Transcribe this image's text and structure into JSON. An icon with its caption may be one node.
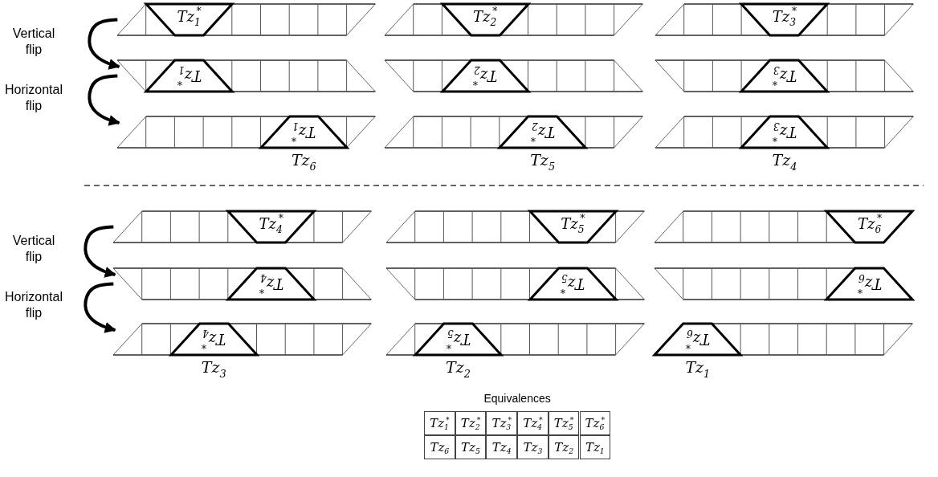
{
  "diagram": {
    "nodes": [
      {
        "text": [],
        "shape": "parallelogram"
      },
      {
        "text": [
          "Tz$_{1}$$^{*}$"
        ],
        "in": 0
      },
      {
        "text": [],
        "shape": "parallelogram"
      },
      {
        "text": [
          "Tz$_{2}$$^{*}$"
        ],
        "in": 2
      },
      {
        "text": [],
        "shape": "parallelogram"
      },
      {
        "text": [
          "Tz$_{3}$$^{*}$"
        ],
        "in": 4
      },
      {
        "text": [],
        "shape": "parallelogram"
      },
      {
        "text": [
          "Tz$_{1}$$^{*}$"
        ],
        "in": 6
      },
      {
        "text": [],
        "shape": "parallelogram"
      },
      {
        "text": [
          "Tz$_{2}$$^{*}$"
        ],
        "in": 8
      },
      {
        "text": [],
        "shape": "parallelogram"
      },
      {
        "text": [
          "Tz$_{3}$$^{*}$"
        ],
        "in": 10
      },
      {
        "text": [],
        "shape": "parallelogram"
      },
      {
        "text": [
          "Tz$_{1}$$^{*}$"
        ],
        "in": 12,
        "beside": [
          "Tz$_{6}$"
        ]
      },
      {
        "text": [],
        "shape": "parallelogram"
      },
      {
        "text": [
          "Tz$_{2}$$^{*}$"
        ],
        "in": 14,
        "beside": [
          "Tz$_{5}$"
        ]
      },
      {
        "text": [],
        "shape": "parallelogram"
      },
      {
        "text": [
          "Tz$_{3}$$^{*}$"
        ],
        "in": 16,
        "beside": [
          "Tz$_{4}$"
        ]
      },
      {
        "text": [],
        "shape": "parallelogram"
      },
      {
        "text": [
          "Tz$_{4}$$^{*}$"
        ],
        "in": 18
      },
      {
        "text": [],
        "shape": "parallelogram"
      },
      {
        "text": [
          "Tz$_{5}$$^{*}$"
        ],
        "in": 20
      },
      {
        "text": [],
        "shape": "parallelogram"
      },
      {
        "text": [
          "Tz$_{6}$$^{*}$"
        ],
        "in": 22
      },
      {
        "text": [],
        "shape": "parallelogram"
      },
      {
        "text": [
          "Tz$_{4}$$^{*}$"
        ],
        "in": 24
      },
      {
        "text": [],
        "shape": "parallelogram"
      },
      {
        "text": [
          "Tz$_{5}$$^{*}$"
        ],
        "in": 26
      },
      {
        "text": [],
        "shape": "parallelogram"
      },
      {
        "text": [
          "Tz$_{6}$$^{*}$"
        ],
        "in": 28
      },
      {
        "text": [],
        "shape": "parallelogram"
      },
      {
        "text": [
          "Tz$_{4}$$^{*}$"
        ],
        "in": 30,
        "beside": [
          "Tz$_{3}$"
        ]
      },
      {
        "text": [],
        "shape": "parallelogram"
      },
      {
        "text": [
          "Tz$_{5}$$^{*}$"
        ],
        "in": 32,
        "beside": [
          "Tz$_{2}$"
        ]
      },
      {
        "text": [],
        "shape": "parallelogram"
      },
      {
        "text": [
          "Tz$_{6}$$^{*}$"
        ],
        "in": 34,
        "beside": [
          "Tz$_{1}$"
        ]
      }
    ],
    "edges": [
      {
        "from": 0,
        "to": 6,
        "arrow": "to",
        "label": "Vertical flip"
      },
      {
        "from": 6,
        "to": 12,
        "arrow": "to",
        "label": "Horizontal flip"
      },
      {
        "from": 18,
        "to": 24,
        "arrow": "to",
        "label": "Vertical flip"
      },
      {
        "from": 24,
        "to": 30,
        "arrow": "to",
        "label": "Horizontal flip"
      }
    ],
    "labels": [
      "Equivalences",
      "Tz$_{1}$$^{*}$",
      "Tz$_{2}$$^{*}$",
      "Tz$_{3}$$^{*}$",
      "Tz$_{4}$$^{*}$",
      "Tz$_{5}$$^{*}$",
      "Tz$_{6}$$^{*}$",
      "Tz$_{6}$",
      "Tz$_{5}$",
      "Tz$_{4}$",
      "Tz$_{3}$",
      "Tz$_{2}$",
      "Tz$_{1}$"
    ]
  }
}
